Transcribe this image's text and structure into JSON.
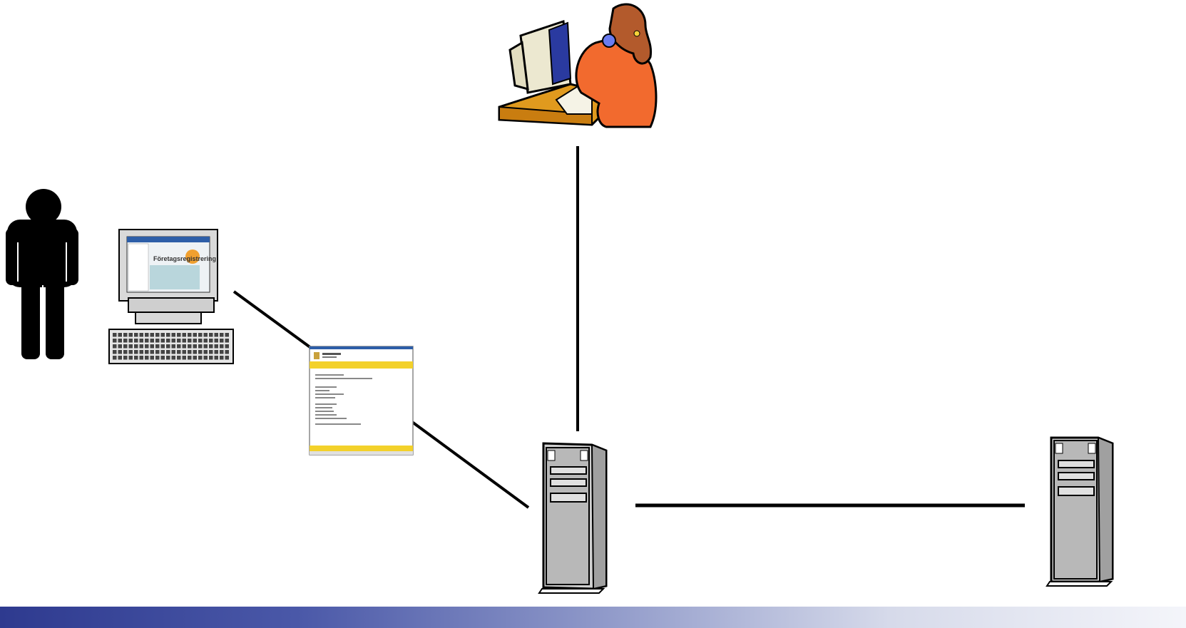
{
  "diagram": {
    "nodes": [
      {
        "id": "user",
        "icon": "person-icon"
      },
      {
        "id": "desktop",
        "icon": "desktop-computer-icon",
        "screen_title": "Företagsregistrering"
      },
      {
        "id": "web-form",
        "icon": "web-form-document-icon"
      },
      {
        "id": "operator",
        "icon": "operator-at-computer-icon"
      },
      {
        "id": "server-main",
        "icon": "server-tower-icon"
      },
      {
        "id": "server-remote",
        "icon": "server-tower-icon"
      }
    ],
    "edges": [
      {
        "from": "desktop",
        "to": "web-form"
      },
      {
        "from": "web-form",
        "to": "server-main"
      },
      {
        "from": "operator",
        "to": "server-main"
      },
      {
        "from": "server-main",
        "to": "server-remote"
      }
    ]
  },
  "colors": {
    "band_start": "#2e3a8f",
    "band_end": "#f4f5fa",
    "operator_shirt": "#f26a2e",
    "desk": "#e09a1e",
    "form_header": "#f3d12a"
  }
}
